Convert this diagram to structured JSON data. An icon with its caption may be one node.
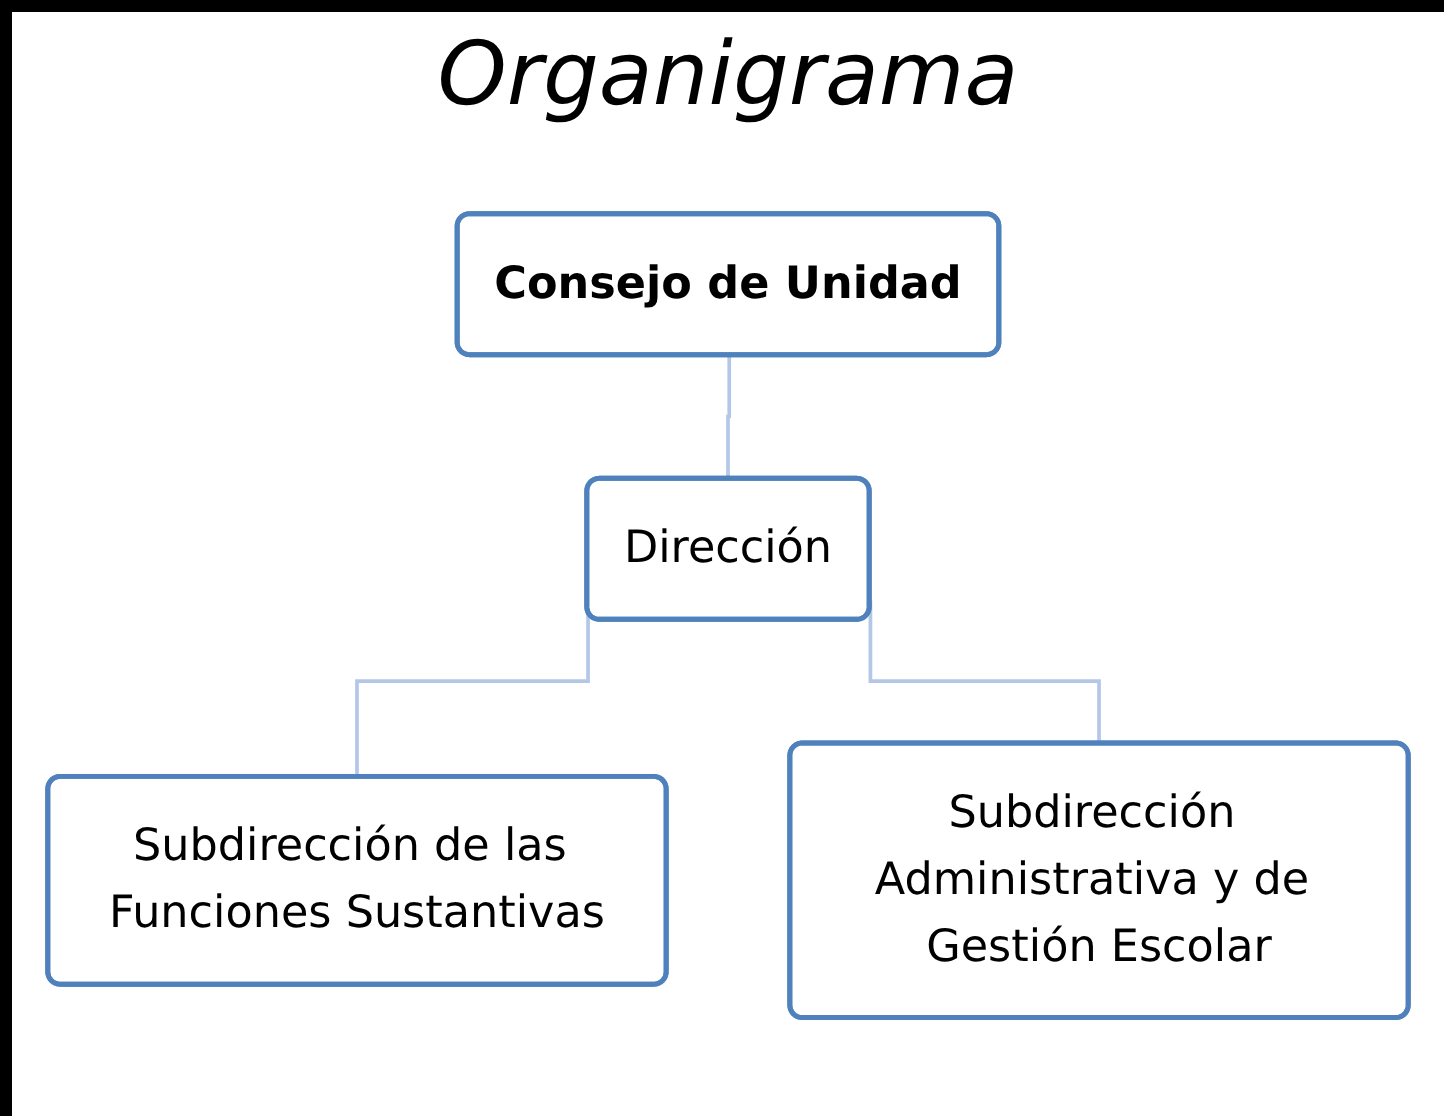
{
  "diagram": {
    "title": "Organigrama",
    "nodes": [
      {
        "text": [
          "Consejo de Unidad"
        ]
      },
      {
        "text": [
          "Dirección"
        ]
      },
      {
        "text": [
          "Subdirección de las Funciones Sustantivas"
        ]
      },
      {
        "text": [
          "Subdirección Administrativa y de Gestión Escolar"
        ]
      }
    ],
    "edges": [
      {
        "from": 0,
        "to": 1,
        "arrow": "none"
      },
      {
        "from": 1,
        "to": 2,
        "arrow": "none"
      },
      {
        "from": 1,
        "to": 3,
        "arrow": "none"
      }
    ]
  }
}
